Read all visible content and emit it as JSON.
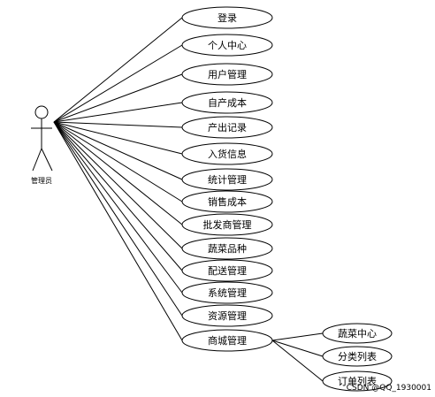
{
  "actor": {
    "label": "管理员",
    "icon": "stick-figure-actor-icon"
  },
  "use_cases": [
    {
      "id": "login",
      "label": "登录"
    },
    {
      "id": "personal-center",
      "label": "个人中心"
    },
    {
      "id": "user-management",
      "label": "用户管理"
    },
    {
      "id": "own-production-cost",
      "label": "自产成本"
    },
    {
      "id": "output-records",
      "label": "产出记录"
    },
    {
      "id": "purchase-info",
      "label": "入货信息"
    },
    {
      "id": "statistics-management",
      "label": "统计管理"
    },
    {
      "id": "sales-cost",
      "label": "销售成本"
    },
    {
      "id": "wholesaler-management",
      "label": "批发商管理"
    },
    {
      "id": "vegetable-varieties",
      "label": "蔬菜品种"
    },
    {
      "id": "delivery-management",
      "label": "配送管理"
    },
    {
      "id": "system-management",
      "label": "系统管理"
    },
    {
      "id": "resource-management",
      "label": "资源管理"
    },
    {
      "id": "mall-management",
      "label": "商城管理"
    }
  ],
  "sub_use_cases": [
    {
      "id": "vegetable-center",
      "label": "蔬菜中心"
    },
    {
      "id": "category-list",
      "label": "分类列表"
    },
    {
      "id": "order-list",
      "label": "订单列表"
    }
  ],
  "watermark": "CSDN @QQ_1930001"
}
